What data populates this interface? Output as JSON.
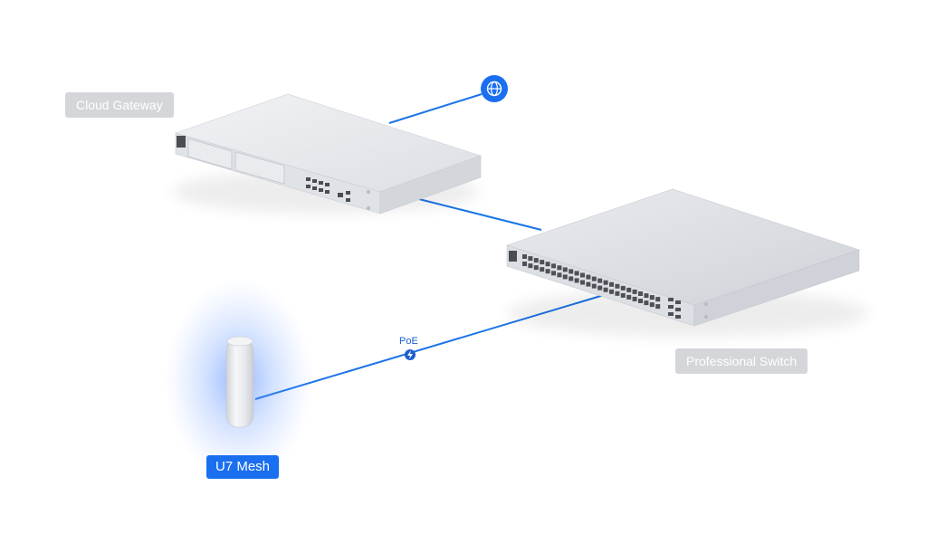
{
  "labels": {
    "gateway": "Cloud Gateway",
    "switch": "Professional Switch",
    "mesh": "U7 Mesh",
    "poe": "PoE"
  },
  "icons": {
    "internet": "globe-icon",
    "poe": "lightning-icon"
  },
  "colors": {
    "link": "#1a73e8",
    "accent": "#1a6ff0",
    "label_grey": "#d4d6da",
    "device_body": "#e4e6ea",
    "glow": "#3b7bff"
  }
}
